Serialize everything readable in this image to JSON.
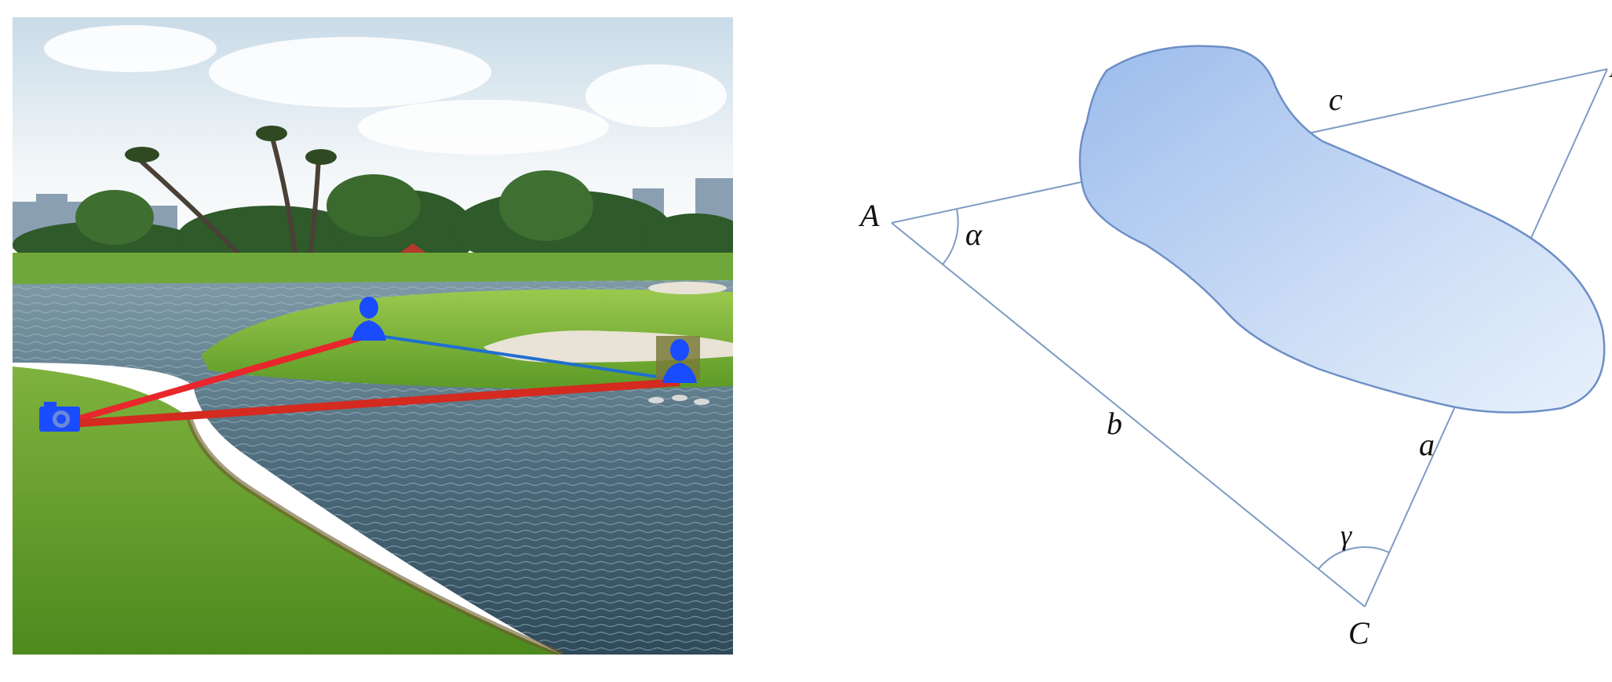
{
  "photo": {
    "scene": "golf-course-pond",
    "markers": [
      {
        "kind": "camera-icon"
      },
      {
        "kind": "person-icon"
      },
      {
        "kind": "person-icon"
      }
    ],
    "line_colors": {
      "camera_to_person": "#e8262b",
      "person_to_person": "#1f6fd1",
      "camera_long": "#d42a1f"
    },
    "icon_color": "#1a4cff"
  },
  "diagram": {
    "vertices": {
      "A": "A",
      "B": "B",
      "C": "C"
    },
    "sides": {
      "a": "a",
      "b": "b",
      "c": "c"
    },
    "angles": {
      "alpha": "α",
      "gamma": "γ"
    },
    "line_color": "#7f9bc4",
    "lake_fill_light": "#e8f1fc",
    "lake_fill_dark": "#9cbcec",
    "lake_stroke": "#6d8fc6"
  }
}
